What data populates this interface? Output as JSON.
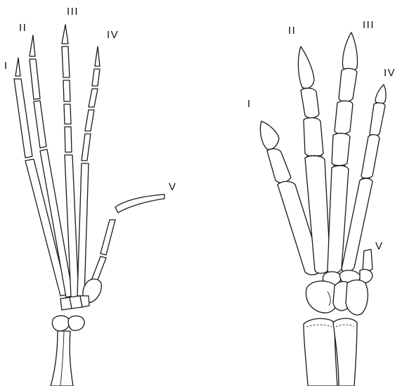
{
  "left_hand": {
    "digit_labels": {
      "i": "I",
      "ii": "II",
      "iii": "III",
      "iv": "IV",
      "v": "V"
    }
  },
  "right_hand": {
    "digit_labels": {
      "i": "I",
      "ii": "II",
      "iii": "III",
      "iv": "IV",
      "v": "V"
    }
  }
}
